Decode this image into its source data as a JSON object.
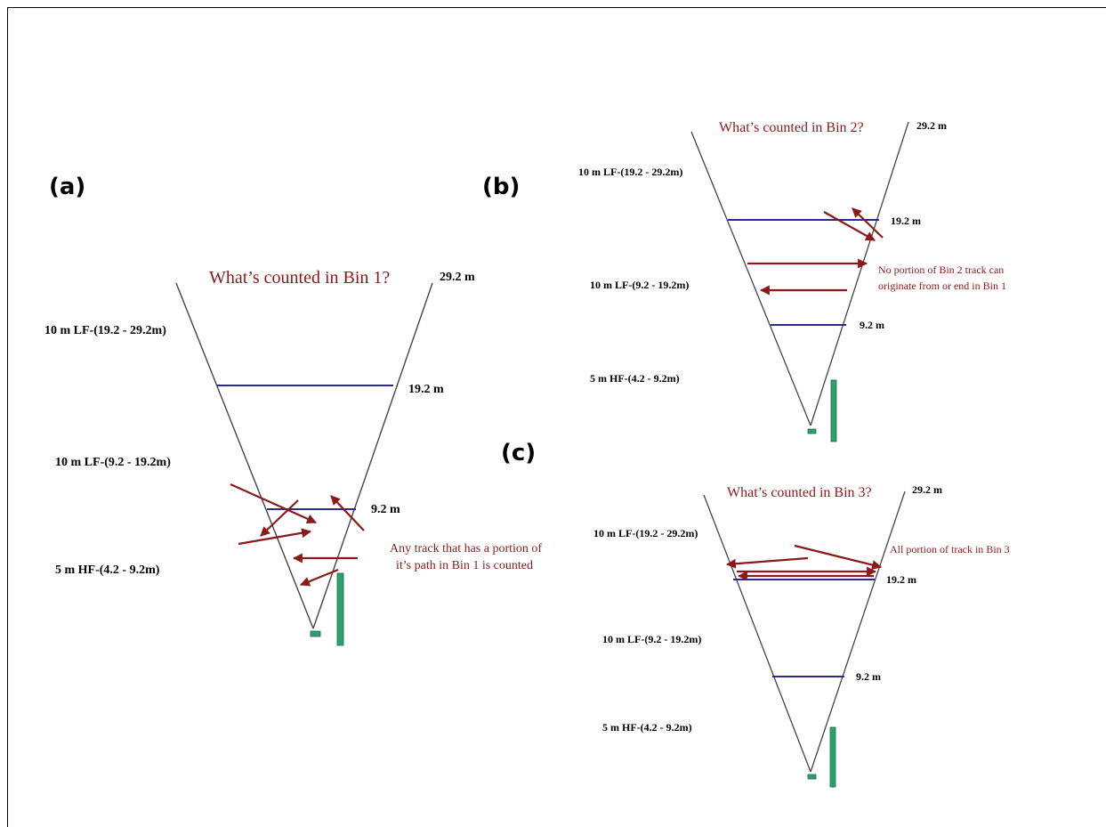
{
  "panels": [
    {
      "id": "a",
      "letter": "(a)",
      "title": "What’s counted in Bin 1?",
      "top_depth": "29.2 m",
      "mid_depth": "19.2 m",
      "low_depth": "9.2 m",
      "zone_labels": [
        "10 m LF-(19.2 - 29.2m)",
        "10 m LF-(9.2 - 19.2m)",
        "5 m HF-(4.2 - 9.2m)"
      ],
      "note": [
        "Any track that has a portion of",
        "it’s path in Bin 1 is counted"
      ]
    },
    {
      "id": "b",
      "letter": "(b)",
      "title": "What’s counted in Bin 2?",
      "top_depth": "29.2 m",
      "mid_depth": "19.2 m",
      "low_depth": "9.2 m",
      "zone_labels": [
        "10 m LF-(19.2 - 29.2m)",
        "10 m LF-(9.2 - 19.2m)",
        "5 m HF-(4.2 - 9.2m)"
      ],
      "note": [
        "No portion of Bin 2 track can",
        "originate from or end in Bin 1"
      ]
    },
    {
      "id": "c",
      "letter": "(c)",
      "title": "What’s counted in Bin 3?",
      "top_depth": "29.2 m",
      "mid_depth": "19.2 m",
      "low_depth": "9.2 m",
      "zone_labels": [
        "10 m LF-(19.2 - 29.2m)",
        "10 m LF-(9.2 - 19.2m)",
        "5 m HF-(4.2 - 9.2m)"
      ],
      "note": [
        "All portion of track in Bin 3"
      ]
    }
  ],
  "colors": {
    "cone": "#444444",
    "depth_line": "#2b2b8f",
    "track": "#8b1a1a",
    "transducer": "#2e9e6a"
  }
}
